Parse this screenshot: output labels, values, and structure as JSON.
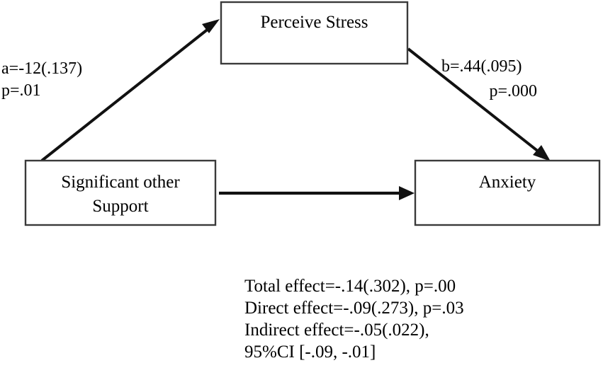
{
  "figure": {
    "type": "mediation-path-diagram",
    "background_color": "#ffffff",
    "line_color": "#111111",
    "box_border_color": "#3a3a3a"
  },
  "nodes": {
    "mediator": {
      "label": "Perceive Stress",
      "role": "mediator"
    },
    "predictor": {
      "label_line1": "Significant other",
      "label_line2": "Support",
      "role": "independent-variable"
    },
    "outcome": {
      "label": "Anxiety",
      "role": "dependent-variable"
    }
  },
  "paths": {
    "a_path": {
      "coefficient": "a=-12(.137)",
      "p_value": "p=.01",
      "from": "predictor",
      "to": "mediator"
    },
    "b_path": {
      "coefficient": "b=.44(.095)",
      "p_value": "p=.000",
      "from": "mediator",
      "to": "outcome"
    },
    "c_path": {
      "from": "predictor",
      "to": "outcome"
    }
  },
  "effects_summary": {
    "lines": [
      "Total effect=-.14(.302), p=.00",
      "Direct effect=-.09(.273), p=.03",
      "Indirect effect=-.05(.022),",
      "95%CI [-.09, -.01]"
    ]
  },
  "chart_data": {
    "type": "diagram",
    "title": "",
    "nodes": [
      "Significant other Support",
      "Perceive Stress",
      "Anxiety"
    ],
    "edges": [
      {
        "from": "Significant other Support",
        "to": "Perceive Stress",
        "label": "a=-12(.137) p=.01",
        "coefficient": -12,
        "se": 0.137,
        "p": 0.01
      },
      {
        "from": "Perceive Stress",
        "to": "Anxiety",
        "label": "b=.44(.095) p=.000",
        "coefficient": 0.44,
        "se": 0.095,
        "p": 0.0
      },
      {
        "from": "Significant other Support",
        "to": "Anxiety",
        "label": "",
        "coefficient": -0.09,
        "se": 0.273,
        "p": 0.03
      }
    ],
    "effects": {
      "total": {
        "estimate": -0.14,
        "se": 0.302,
        "p": 0.0
      },
      "direct": {
        "estimate": -0.09,
        "se": 0.273,
        "p": 0.03
      },
      "indirect": {
        "estimate": -0.05,
        "se": 0.022,
        "ci_95": [
          -0.09,
          -0.01
        ]
      }
    }
  }
}
